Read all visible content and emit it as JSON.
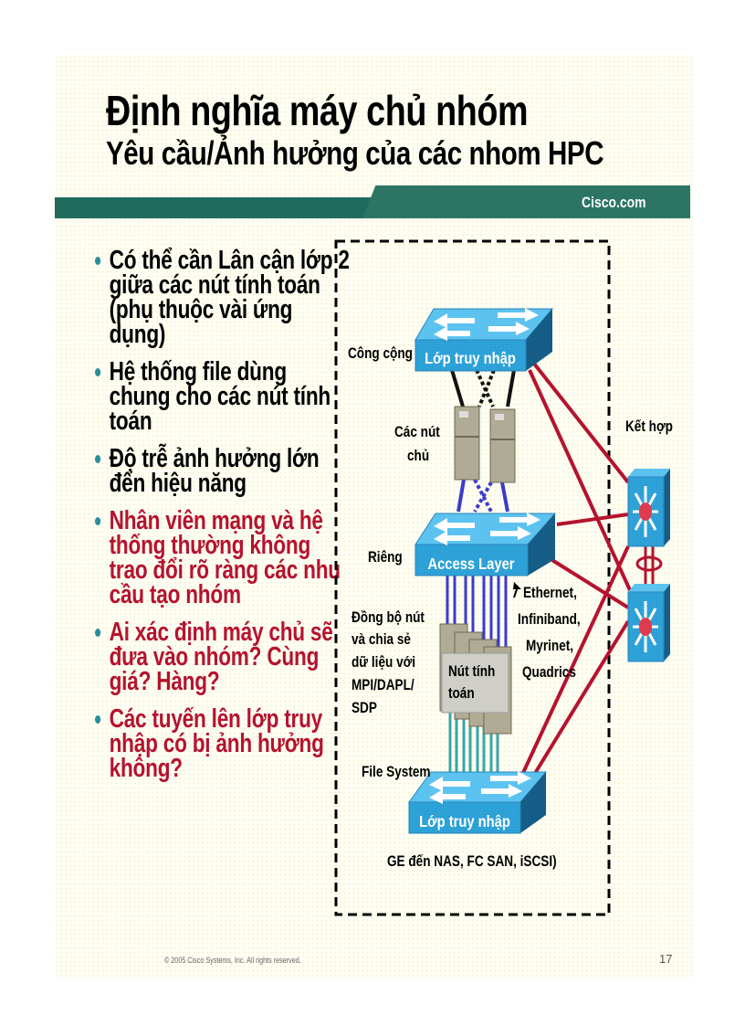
{
  "header": {
    "title_line1": "Định nghĩa máy chủ nhóm",
    "title_line2": "Yêu cầu/Ảnh hưởng của các nhom HPC",
    "brand": "Cisco.com"
  },
  "colors": {
    "band": "#1f6b5c",
    "bullet_dot": "#2a8f9a",
    "text_black": "#000000",
    "text_red": "#b5132e",
    "switch_blue": "#2a9fd6",
    "uplink_red": "#b5132e",
    "private_link_blue": "#3a3ccc",
    "storage_link_teal": "#3aa6a8"
  },
  "bullets": [
    {
      "text": "Có thể cần Lân cận lớp 2 giữa các nút tính toán (phụ thuộc vài ứng dụng)",
      "color": "black"
    },
    {
      "text": "Hệ thống file dùng chung cho các nút tính toán",
      "color": "black"
    },
    {
      "text": "Độ trễ ảnh hưởng lớn đến hiệu năng",
      "color": "black"
    },
    {
      "text": "Nhân viên mạng và hệ thống thường không trao đổi rõ ràng các nhu cầu tạo nhóm",
      "color": "red"
    },
    {
      "text": "Ai xác định máy chủ sẽ đưa vào nhóm? Cùng giá? Hàng?",
      "color": "red"
    },
    {
      "text": "Các tuyến lên lớp truy nhập có bị ảnh hưởng không?",
      "color": "red"
    }
  ],
  "diagram": {
    "labels": {
      "public": "Công cộng",
      "head_nodes_1": "Các nút",
      "head_nodes_2": "chủ",
      "private": "Riêng",
      "aggregation": "Kết hợp",
      "sync_1": "Đồng bộ nút",
      "sync_2": "và chia sẻ",
      "sync_3": "dữ liệu với",
      "sync_4": "MPI/DAPL/",
      "sync_5": "SDP",
      "interconnect_1": "Ethernet,",
      "interconnect_2": "Infiniband,",
      "interconnect_3": "Myrinet,",
      "interconnect_4": "Quadrics",
      "compute_1": "Nút tính",
      "compute_2": "toán",
      "file_system": "File System",
      "storage": "GE  đến NAS, FC SAN, iSCSI)"
    },
    "switches": {
      "public_switch": "Lớp truy nhập",
      "private_switch": "Access Layer",
      "storage_switch": "Lớp truy nhập"
    }
  },
  "footer": {
    "copyright": "© 2005 Cisco Systems, Inc. All rights reserved.",
    "page_number": "17"
  }
}
